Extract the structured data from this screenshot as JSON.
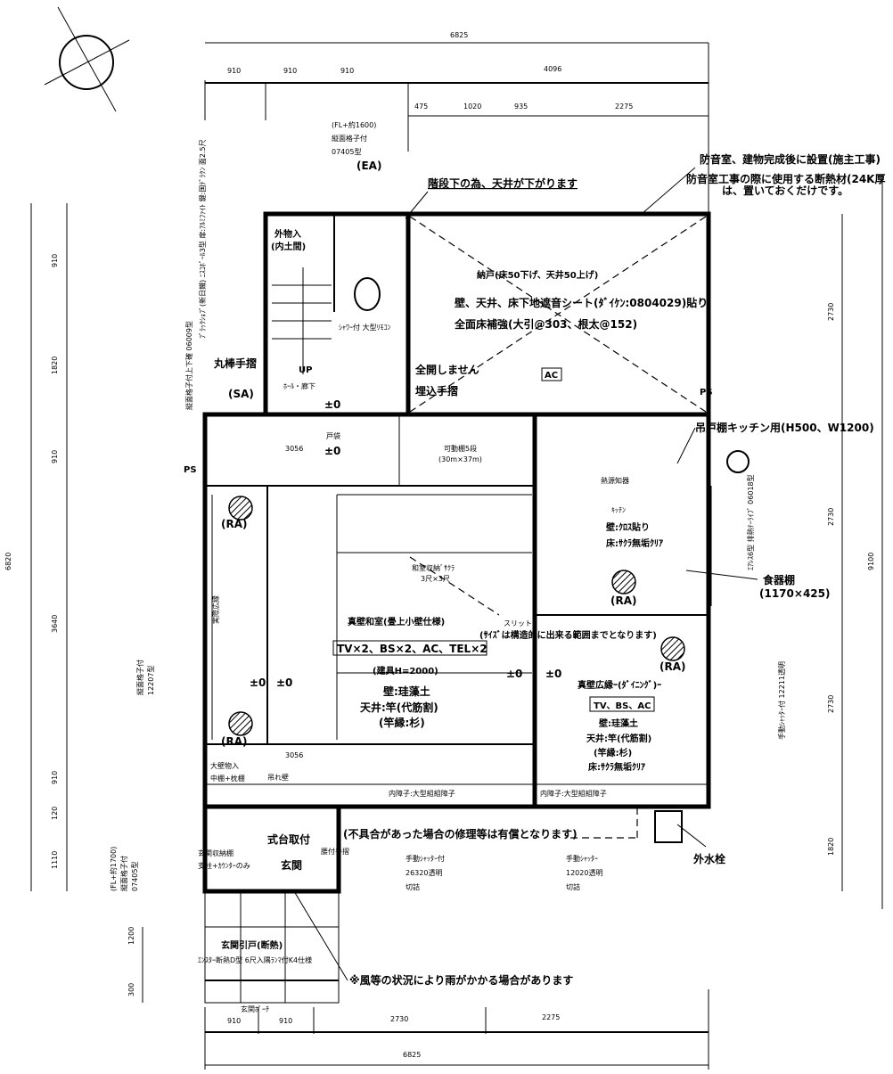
{
  "dimensions": {
    "top_total": "6825",
    "top_row": [
      "910",
      "910",
      "910",
      "4096"
    ],
    "top_sub": [
      "475",
      "1020",
      "935",
      "2275"
    ],
    "bottom_total": "6825",
    "bottom_row": [
      "910",
      "910",
      "2730",
      "2275"
    ],
    "left_total": "6820",
    "left_row": [
      "910",
      "1820",
      "910",
      "3640",
      "910",
      "120",
      "1110"
    ],
    "left_extra": [
      "1200",
      "300"
    ],
    "right_total": "9100",
    "right_row": [
      "2730",
      "2730",
      "2730",
      "1820"
    ]
  },
  "window_notes": {
    "top_window": [
      "(FL+約1600)",
      "縦面格子付",
      "07405型"
    ],
    "left_window_1": "縦面格子付上下確 06009型",
    "left_window_2": [
      "縦面格子付",
      "12207型"
    ],
    "left_window_3": [
      "(FL+約1700)",
      "縦面格子付",
      "07405型"
    ],
    "door_note": "ﾌﾞﾗｯｸｼｮﾌﾞ(新日鐵) ﾆｽｺﾎﾞｰﾙ3型 扉:ｱﾙﾐﾌｧｲﾄ 鍵:国ﾃﾞﾗｸﾝ 面2.5尺",
    "right_window_1": "ｴｱﾚｽ6型 排熱ﾃｰﾗｲﾌﾟ 06018型",
    "right_window_2": "手動ｼｬｯﾀｰ付 12211透明"
  },
  "notes": {
    "soundproof_1": "防音室、建物完成後に設置(施主工事)",
    "soundproof_2": "防音室工事の際に使用する断熱材(24K厚",
    "soundproof_3": "は、置いておくだけです。",
    "stair_ceiling": "階段下の為、天井が下がります",
    "not_full_open": "全開しません",
    "embedded_rail": "埋込手摺",
    "kitchen_cabinet": "吊戸棚キッチン用(H500、W1200)",
    "dish_shelf": "食器棚",
    "dish_shelf_size": "(1170×425)",
    "slit_1": "スリット",
    "slit_2": "(ｻｲｽﾞは構造的に出来る範囲までとなります)",
    "defect_note": "(不具合があった場合の修理等は有償となります)",
    "rain_note": "※風等の状況により雨がかかる場合があります",
    "outdoor_faucet": "外水栓",
    "round_rail": "丸棒手摺",
    "bench_rail": "腰付手摺",
    "shikidai": "式台取付"
  },
  "rooms": {
    "ea": "(EA)",
    "sa": "(SA)",
    "ra": "(RA)",
    "ps": "PS",
    "ac": "AC",
    "storage_title": "納戸(床50下げ、天井50上げ)",
    "storage_line2": "壁、天井、床下地遮音シート(ﾀﾞｲｹﾝ:0804029)貼り",
    "storage_line3": "全面床補強(大引@303、根太@152)",
    "outer_storage": "外物入",
    "outer_storage_sub": "(内土間)",
    "toilet_note": "ｼｬﾜｰ付 大型ﾘﾓｺﾝ",
    "hall": "ﾎｰﾙ・廊下",
    "up": "UP",
    "closet": "戸袋",
    "movable_shelf": "可動棚5段",
    "movable_shelf_size": "(30m×37m)",
    "level": "±0",
    "corridor_wide": "実際広縁",
    "washitsu_title": "真壁和室(畳上小壁仕様)",
    "washitsu_outlets": "TV×2、BS×2、AC、TEL×2",
    "washitsu_ceiling_h": "(建具H=2000)",
    "washitsu_wall": "壁:珪藻土",
    "washitsu_ceiling": "天井:竿(代筋割)",
    "washitsu_sub": "(竿縁:杉)",
    "washitsu_alcove": "和室収納ﾞｻｸﾗ",
    "washitsu_alcove_size": "3尺×3尺",
    "kitchen": "ｷｯﾁﾝ",
    "kitchen_wall": "壁:ｸﾛｽ貼り",
    "kitchen_floor": "床:ｻｸﾗ無垢ｸﾘｱ",
    "dishwasher": "熱源知器",
    "living_title": "真壁広縁ｰ(ﾀﾞｲﾆﾝｸﾞ)ｰ",
    "living_outlets": "TV、BS、AC",
    "living_wall": "壁:珪藻土",
    "living_ceiling": "天井:竿(代筋割)",
    "living_sub": "(竿縁:杉)",
    "living_floor": "床:ｻｸﾗ無垢ｸﾘｱ",
    "shoji_1": "内障子:大型組組障子",
    "shoji_2": "内障子:大型組組障子",
    "big_storage": "大壁物入",
    "big_storage_sub": "中棚+枕棚",
    "entrance": "玄関",
    "entrance_storage": "玄関収納棚",
    "entrance_storage_sub": "支柱+ｶｳﾝﾀｰのみ",
    "entrance_door": "玄関引戸(断熱)",
    "entrance_door_sub": "ｴﾝｽﾀｰ断熱D型 6尺入隅ﾗﾝﾏ付K4仕様",
    "entrance_porch": "玄関ﾎﾟｰﾁ",
    "shutter_1": [
      "手動ｼｬｯﾀｰ付",
      "26320透明",
      "切詰"
    ],
    "shutter_2": [
      "手動ｼｬｯﾀｰ",
      "12020透明",
      "切詰"
    ],
    "door_size": "3056",
    "hanging": "吊れ壁"
  }
}
